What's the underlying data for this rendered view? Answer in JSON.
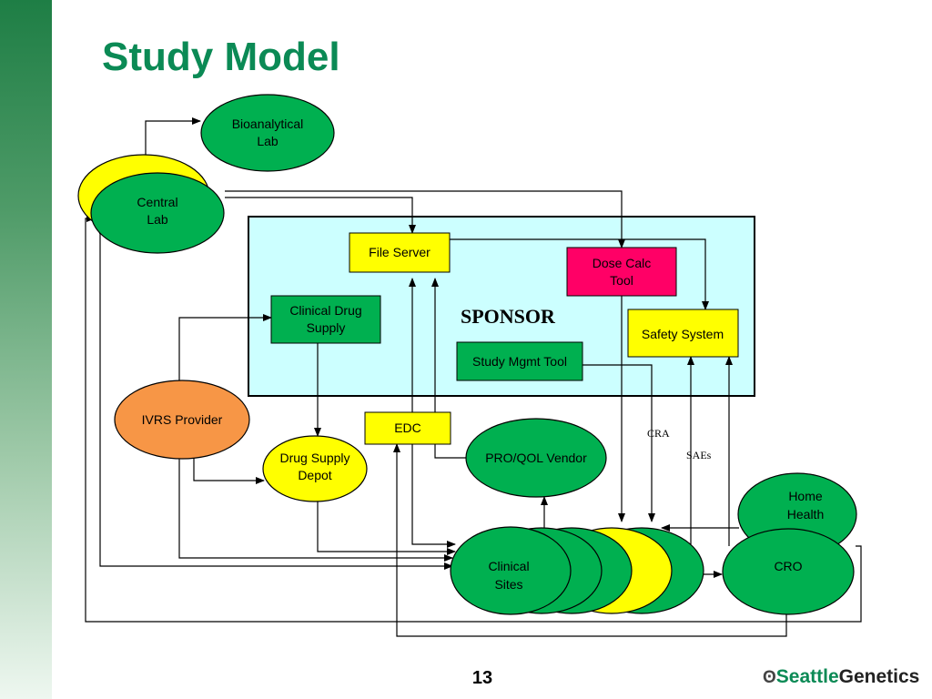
{
  "slide": {
    "title": "Study Model",
    "page_number": "13",
    "logo": {
      "part1": "Seattle",
      "part2": "Genetics"
    }
  },
  "nodes": {
    "bioanalytical_lab": [
      "Bioanalytical",
      "Lab"
    ],
    "central_lab": [
      "Central",
      "Lab"
    ],
    "file_server": "File Server",
    "dose_calc_tool": [
      "Dose Calc",
      "Tool"
    ],
    "clinical_drug_supply": [
      "Clinical Drug",
      "Supply"
    ],
    "sponsor": "SPONSOR",
    "safety_system": "Safety System",
    "study_mgmt_tool": "Study Mgmt Tool",
    "ivrs_provider": "IVRS Provider",
    "edc": "EDC",
    "drug_supply_depot": [
      "Drug Supply",
      "Depot"
    ],
    "pro_qol_vendor": "PRO/QOL Vendor",
    "home_health": [
      "Home",
      "Health"
    ],
    "clinical_sites": [
      "Clinical",
      "Sites"
    ],
    "cro": "CRO"
  },
  "edge_labels": {
    "cra": "CRA",
    "saes": "SAEs"
  },
  "colors": {
    "title": "#0b8a55",
    "green_node": "#00b050",
    "yellow_node": "#ffff00",
    "orange_node": "#f79646",
    "pink_node": "#ff0066",
    "sponsor_bg": "#ccffff"
  }
}
